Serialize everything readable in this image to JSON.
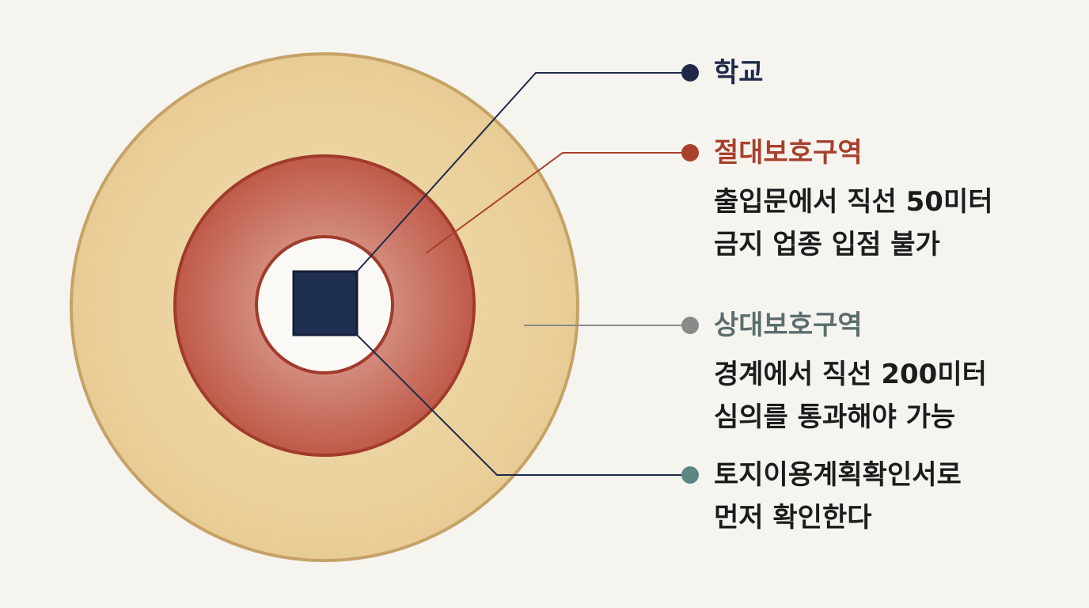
{
  "colors": {
    "background": "#f6f4ef",
    "outer_zone_fill": "#ead29f",
    "outer_zone_stroke": "#c5a267",
    "inner_zone_fill": "#c4685a",
    "inner_zone_stroke": "#a13b2b",
    "school_fill": "#1f2f52",
    "school_color": "#1f2a4a",
    "absolute_color": "#a8402c",
    "relative_color": "#5b6e6e",
    "relative_dot": "#8a8a8a",
    "note_dot": "#5b8684"
  },
  "labels": {
    "school": {
      "title": "학교",
      "icon": "dot-icon"
    },
    "absolute_zone": {
      "title": "절대보호구역",
      "line1": "출입문에서 직선 50미터",
      "line2": "금지 업종 입점 불가",
      "icon": "dot-icon"
    },
    "relative_zone": {
      "title": "상대보호구역",
      "line1": "경계에서 직선 200미터",
      "line2": "심의를 통과해야 가능",
      "icon": "dot-icon"
    },
    "note": {
      "line1": "토지이용계획확인서로",
      "line2": "먼저 확인한다",
      "icon": "dot-icon"
    }
  }
}
